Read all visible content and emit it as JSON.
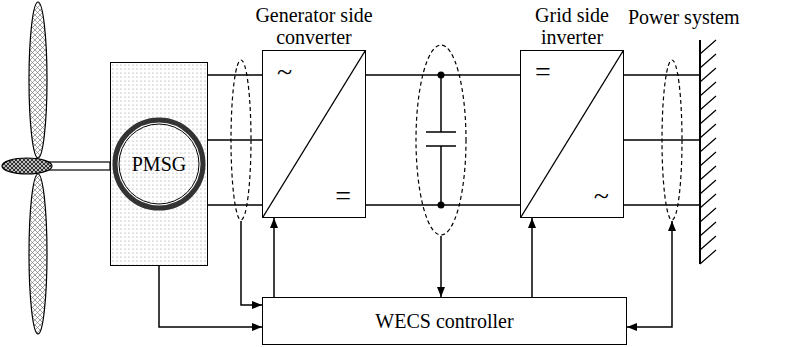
{
  "diagram": {
    "nodes": [
      {
        "text": [
          "PMSG"
        ]
      },
      {
        "text": [
          "Generator side converter",
          "~",
          "="
        ]
      },
      {
        "text": [
          "Grid side inverter",
          "=",
          "~"
        ]
      },
      {
        "text": [
          "WECS controller"
        ]
      }
    ],
    "edges": [
      {
        "from": 0,
        "to": 1,
        "arrow": "none"
      },
      {
        "from": 1,
        "to": 2,
        "arrow": "none"
      },
      {
        "from": 0,
        "to": 3,
        "arrow": "to"
      },
      {
        "from": 3,
        "to": 1,
        "arrow": "to"
      },
      {
        "from": 3,
        "to": 2,
        "arrow": "to"
      }
    ],
    "labels": [
      "Power system"
    ]
  }
}
